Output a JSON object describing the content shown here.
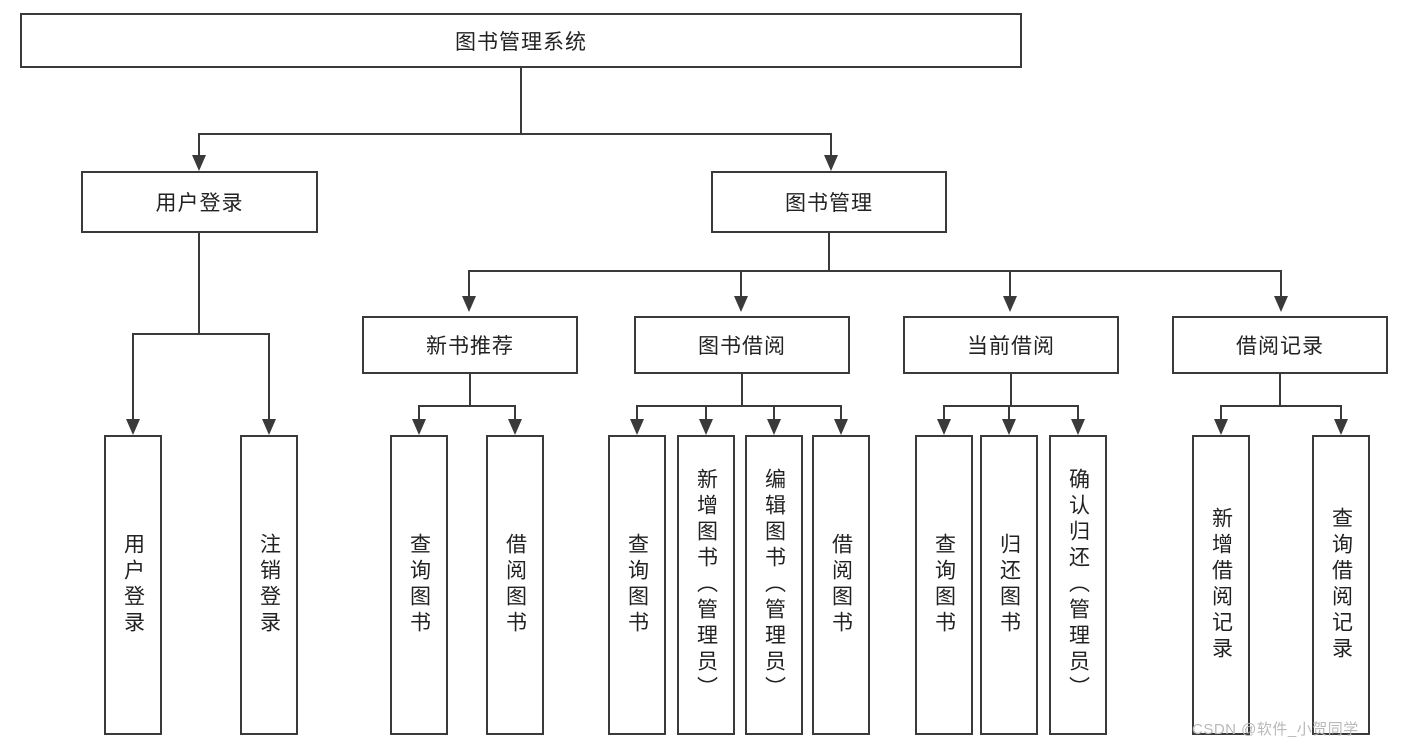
{
  "diagram": {
    "title": "图书管理系统",
    "type": "hierarchy-tree",
    "root": {
      "label": "图书管理系统"
    },
    "level2": [
      {
        "label": "用户登录"
      },
      {
        "label": "图书管理"
      }
    ],
    "level3": [
      {
        "label": "新书推荐"
      },
      {
        "label": "图书借阅"
      },
      {
        "label": "当前借阅"
      },
      {
        "label": "借阅记录"
      }
    ],
    "leaves": {
      "user_login": [
        {
          "label": "用户登录"
        },
        {
          "label": "注销登录"
        }
      ],
      "new_book_recommend": [
        {
          "label": "查询图书"
        },
        {
          "label": "借阅图书"
        }
      ],
      "book_borrow": [
        {
          "label": "查询图书"
        },
        {
          "label": "新增图书（管理员）"
        },
        {
          "label": "编辑图书（管理员）"
        },
        {
          "label": "借阅图书"
        }
      ],
      "current_borrow": [
        {
          "label": "查询图书"
        },
        {
          "label": "归还图书"
        },
        {
          "label": "确认归还（管理员）"
        }
      ],
      "borrow_records": [
        {
          "label": "新增借阅记录"
        },
        {
          "label": "查询借阅记录"
        }
      ]
    }
  },
  "watermark": {
    "text": "CSDN @软件_小贺同学"
  },
  "colors": {
    "stroke": "#3a3a3a",
    "background": "#ffffff",
    "text": "#222222",
    "watermark": "#b9b9b9"
  }
}
